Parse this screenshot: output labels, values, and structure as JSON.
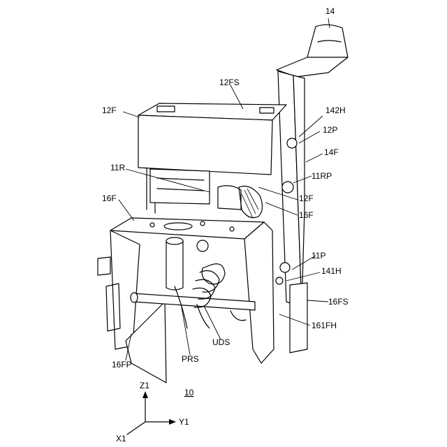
{
  "labels": {
    "l14": "14",
    "l12FS": "12FS",
    "l142H": "142H",
    "l12F_top": "12F",
    "l12P": "12P",
    "l14F": "14F",
    "l11R": "11R",
    "l11RP": "11RP",
    "l16F_left": "16F",
    "l12F_right": "12F",
    "l16F_right": "16F",
    "l11P": "11P",
    "l141H": "141H",
    "l16FS": "16FS",
    "l161FH": "161FH",
    "l16FP": "16FP",
    "lPRS": "PRS",
    "lUDS": "UDS"
  },
  "figure_number": "10",
  "axes": {
    "z": "Z1",
    "y": "Y1",
    "x": "X1"
  }
}
